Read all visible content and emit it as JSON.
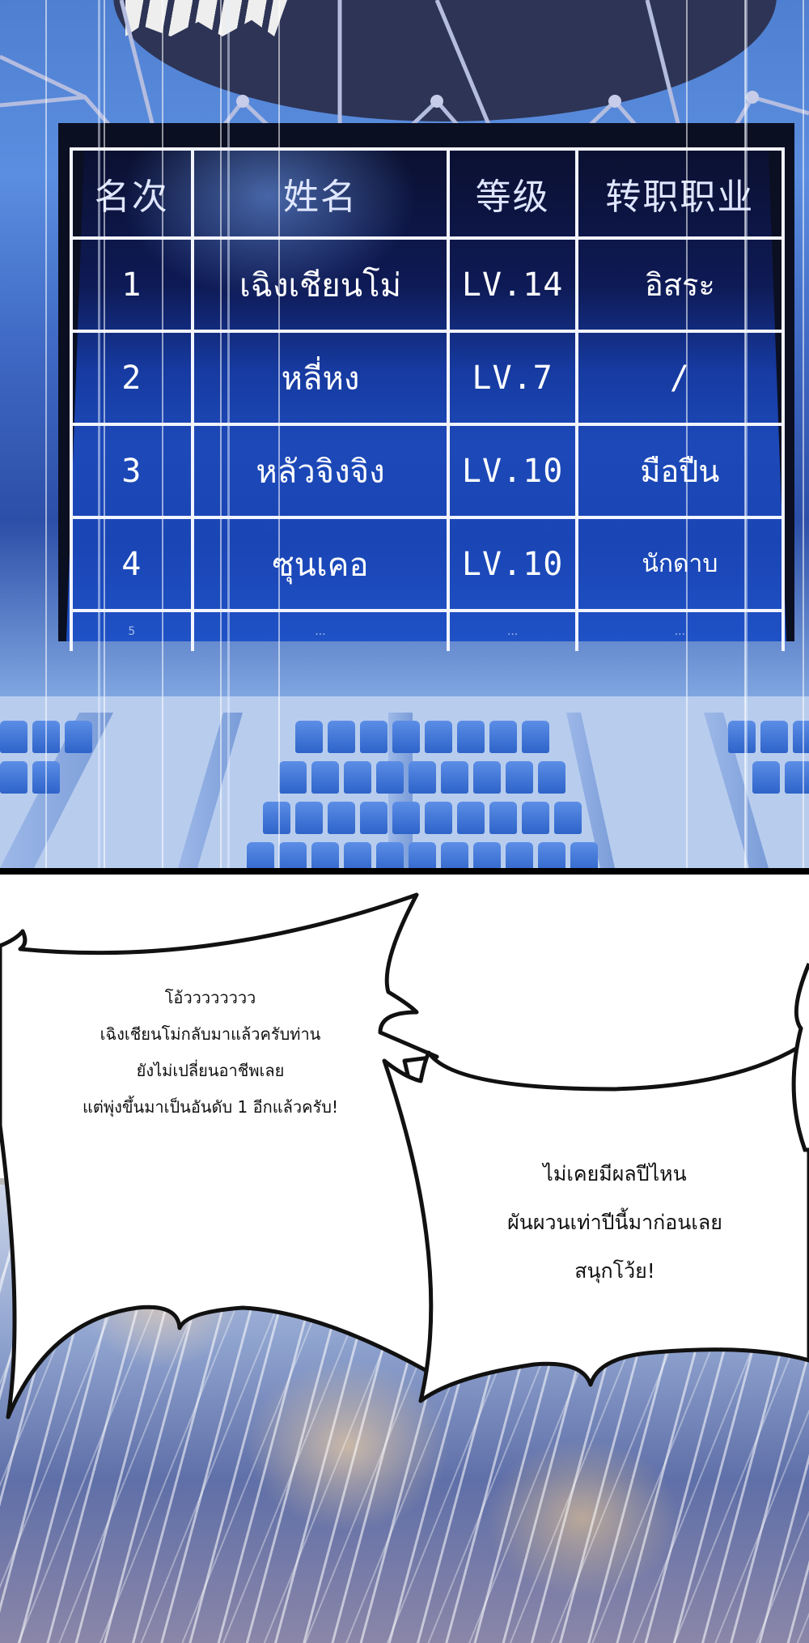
{
  "panel_scoreboard": {
    "sfx_text": "",
    "table": {
      "headers": [
        "名次",
        "姓名",
        "等级",
        "转职职业"
      ],
      "rows": [
        {
          "rank": "1",
          "name": "เฉิงเชียนโม่",
          "level": "LV.14",
          "job": "อิสระ"
        },
        {
          "rank": "2",
          "name": "หลี่หง",
          "level": "LV.7",
          "job": "/"
        },
        {
          "rank": "3",
          "name": "หลัวจิงจิง",
          "level": "LV.10",
          "job": "มือปืน"
        },
        {
          "rank": "4",
          "name": "ซุนเคอ",
          "level": "LV.10",
          "job": "นักดาบ"
        }
      ],
      "partial_row": {
        "rank": "5",
        "name": "...",
        "level": "...",
        "job": "..."
      }
    },
    "colors": {
      "board_dark": "#0b1030",
      "board_blue": "#1d49b8",
      "grid_line": "#f2f4ff",
      "sky": "#5b8ee0"
    }
  },
  "bubbles": [
    {
      "lines": [
        "โอ้วววววววว",
        "เฉิงเชียนโม่กลับมาแล้วครับท่าน",
        "ยังไม่เปลี่ยนอาชีพเลย",
        "แต่พุ่งขึ้นมาเป็นอันดับ 1 อีกแล้วครับ!"
      ]
    },
    {
      "lines": [
        "ไม่เคยมีผลปีไหน",
        "ผันผวนเท่าปีนี้มาก่อนเลย",
        "สนุกโว้ย!"
      ]
    }
  ]
}
